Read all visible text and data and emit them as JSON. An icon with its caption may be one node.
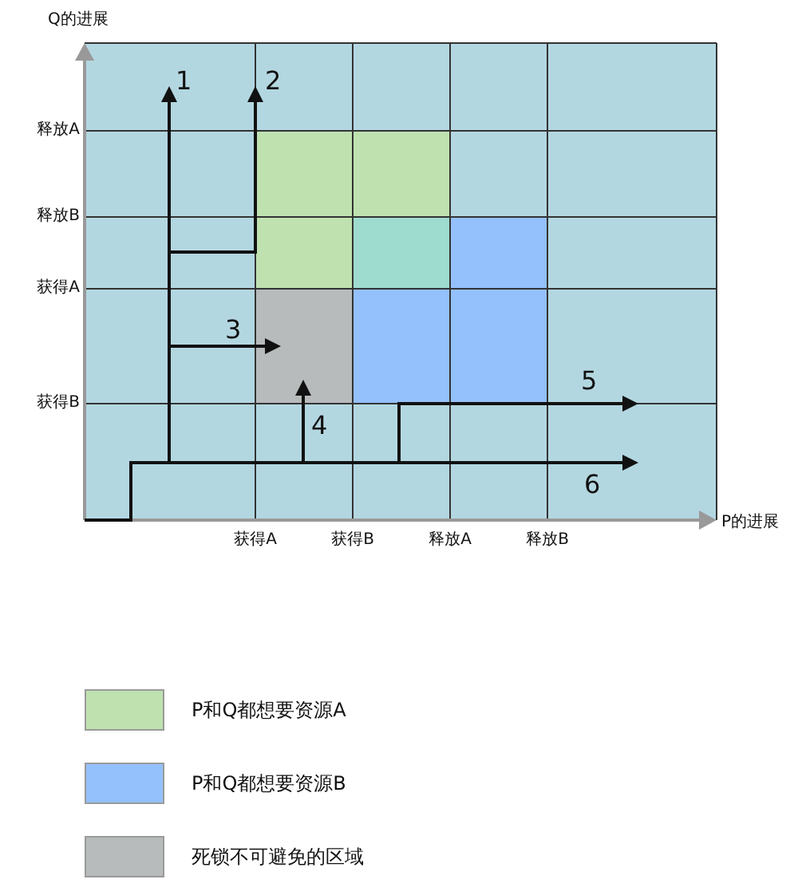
{
  "diagram": {
    "labels": [
      "Q的进展",
      "1",
      "2",
      "释放A",
      "释放B",
      "获得A",
      "3",
      "获得B",
      "5",
      "4",
      "6",
      "获得A",
      "获得B",
      "释放A",
      "释放B",
      "P的进展"
    ],
    "legend": [
      {
        "text": "P和Q都想要资源A",
        "color": "#bfe1b0"
      },
      {
        "text": "P和Q都想要资源B",
        "color": "#94c1fc"
      },
      {
        "text": "死锁不可避免的区域",
        "color": "#b8bbbc"
      }
    ]
  }
}
